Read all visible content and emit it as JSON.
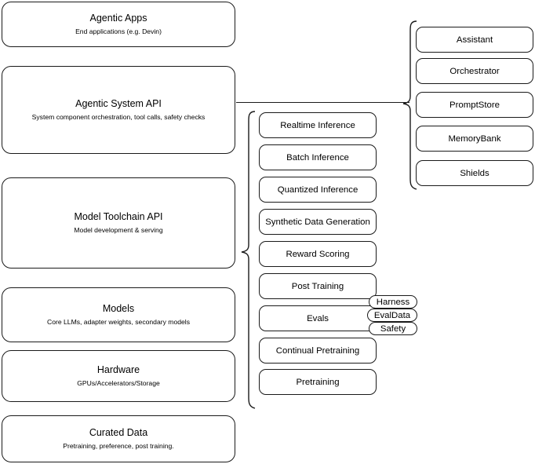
{
  "diagram": {
    "layers": [
      {
        "name": "agentic-apps",
        "title": "Agentic Apps",
        "subtitle": "End applications (e.g. Devin)"
      },
      {
        "name": "agentic-system-api",
        "title": "Agentic System API",
        "subtitle": "System component orchestration, tool calls, safety checks"
      },
      {
        "name": "model-toolchain-api",
        "title": "Model Toolchain API",
        "subtitle": "Model development & serving"
      },
      {
        "name": "models",
        "title": "Models",
        "subtitle": "Core LLMs, adapter weights, secondary models"
      },
      {
        "name": "hardware",
        "title": "Hardware",
        "subtitle": "GPUs/Accelerators/Storage"
      },
      {
        "name": "curated-data",
        "title": "Curated Data",
        "subtitle": "Pretraining, preference, post training."
      }
    ],
    "toolchain_components": [
      "Realtime Inference",
      "Batch Inference",
      "Quantized Inference",
      "Synthetic Data Generation",
      "Reward Scoring",
      "Post Training",
      "Evals",
      "Continual Pretraining",
      "Pretraining"
    ],
    "system_components": [
      "Assistant",
      "Orchestrator",
      "PromptStore",
      "MemoryBank",
      "Shields"
    ],
    "eval_badges": [
      "Harness",
      "EvalData",
      "Safety"
    ],
    "colors": {
      "stroke": "#1a1a1a",
      "background": "#ffffff",
      "text": "#000000"
    }
  }
}
